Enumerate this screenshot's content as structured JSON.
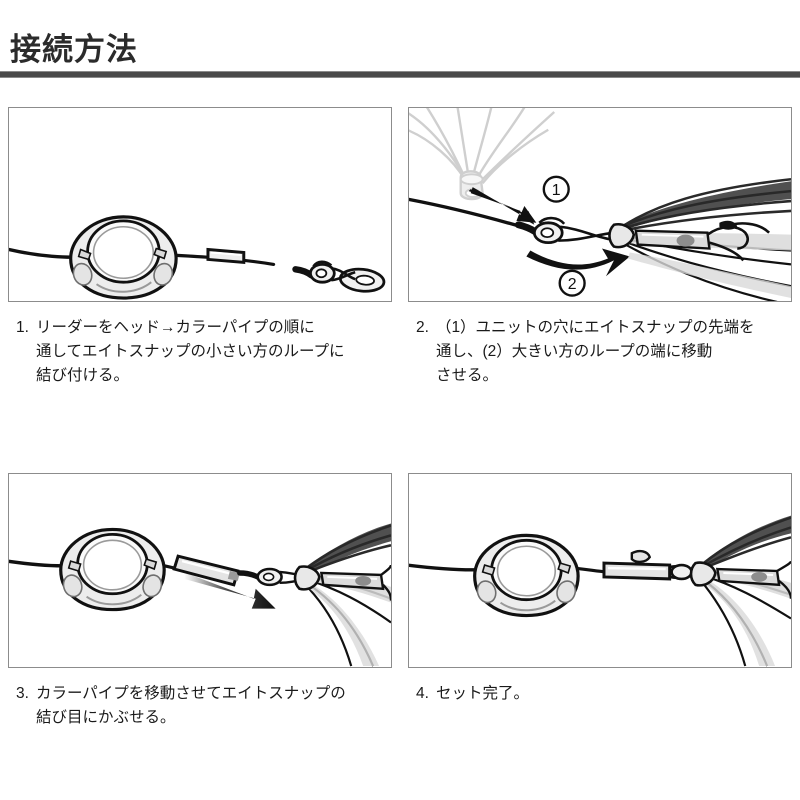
{
  "header": {
    "title": "接続方法"
  },
  "steps": [
    {
      "number": "1.",
      "text": "リーダーをヘッド→カラーパイプの順に\n通してエイトスナップの小さい方のループに\n結び付ける。",
      "illustration_name": "head-colorpipe-eightsnap-on-leader",
      "parts": [
        "リーダー",
        "ヘッド",
        "カラーパイプ",
        "エイトスナップ"
      ]
    },
    {
      "number": "2.",
      "text": "（1）ユニットの穴にエイトスナップの先端を\n通し、(2）大きい方のループの端に移動\nさせる。",
      "illustration_name": "snap-through-unit-hole",
      "markers": [
        "①",
        "②"
      ],
      "parts": [
        "ユニット",
        "エイトスナップ"
      ]
    },
    {
      "number": "3.",
      "text": "カラーパイプを移動させてエイトスナップの\n結び目にかぶせる。",
      "illustration_name": "slide-colorpipe-over-knot",
      "parts": [
        "カラーパイプ",
        "エイトスナップ",
        "結び目"
      ]
    },
    {
      "number": "4.",
      "text": "セット完了。",
      "illustration_name": "completed-assembly",
      "parts": []
    }
  ],
  "colors": {
    "line": "#111111",
    "outline": "#111111",
    "part_fill": "#e6e6e6",
    "part_fill_light": "#f2f2f2",
    "skirt_dark": "#2a2a2a",
    "ghost": "#d8d8d8",
    "rule": "#4a4a4a",
    "frame": "#8c8c8c",
    "text": "#1a1a1a"
  }
}
